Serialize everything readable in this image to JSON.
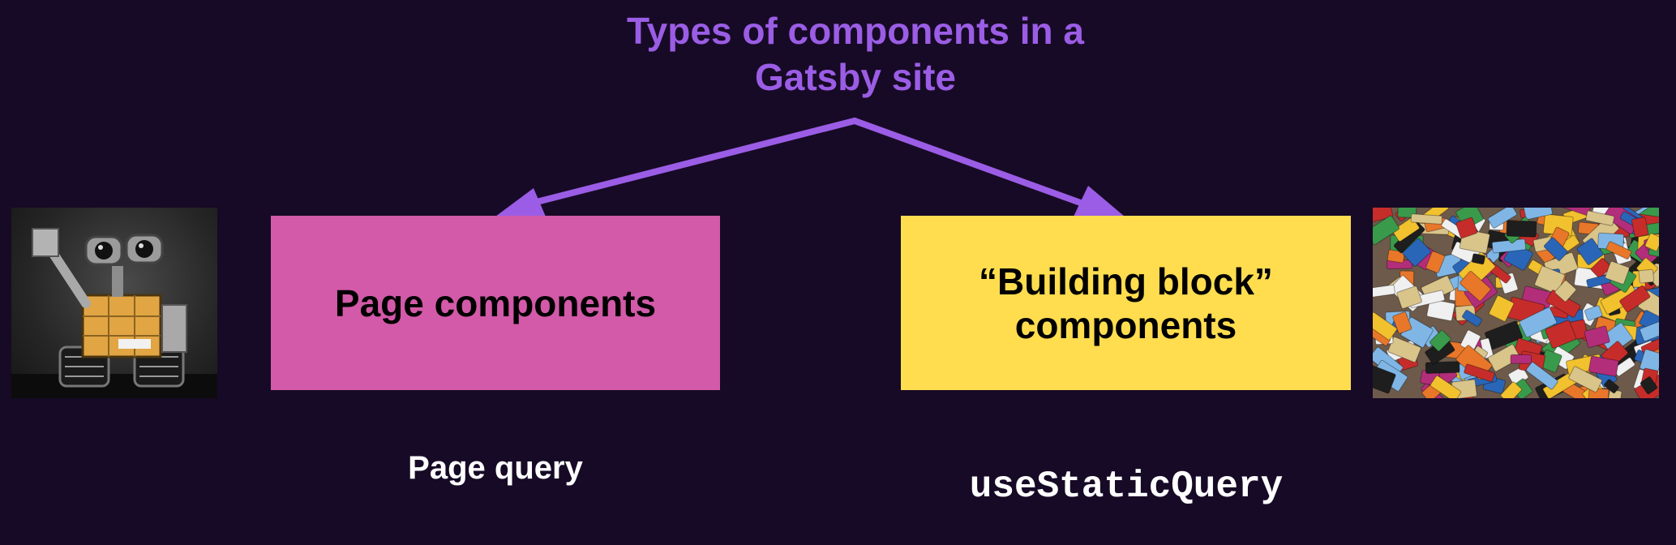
{
  "title": {
    "line1": "Types of components in a",
    "line2": "Gatsby site"
  },
  "boxes": {
    "page": {
      "label": "Page components"
    },
    "building_block": {
      "line1": "“Building block”",
      "line2": "components"
    }
  },
  "labels": {
    "page_query": "Page query",
    "static_query": "useStaticQuery"
  },
  "images": {
    "left": "wall-e-robot-photo",
    "right": "lego-bricks-photo"
  },
  "colors": {
    "background": "#170a26",
    "accent": "#9b5de5",
    "page_box": "#d25aa8",
    "building_block_box": "#ffdd4f"
  }
}
